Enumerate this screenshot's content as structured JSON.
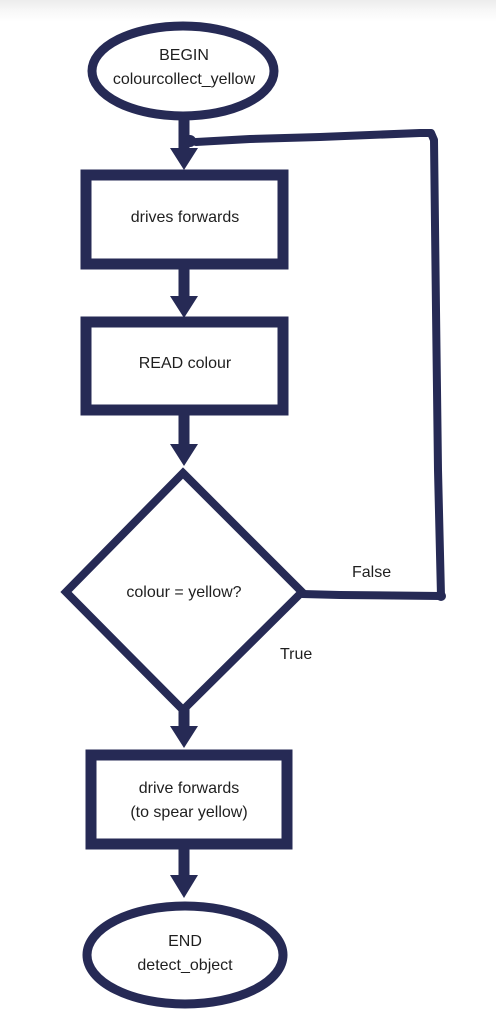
{
  "diagram": {
    "stroke_color": "#262a55",
    "text_color": "#1f1f1f",
    "begin": {
      "line1": "BEGIN",
      "line2": "colourcollect_yellow"
    },
    "drive_forwards": "drives forwards",
    "read_colour": "READ colour",
    "decision": "colour = yellow?",
    "false_label": "False",
    "true_label": "True",
    "spear": {
      "line1": "drive forwards",
      "line2": "(to spear yellow)"
    },
    "end": {
      "line1": "END",
      "line2": "detect_object"
    }
  }
}
